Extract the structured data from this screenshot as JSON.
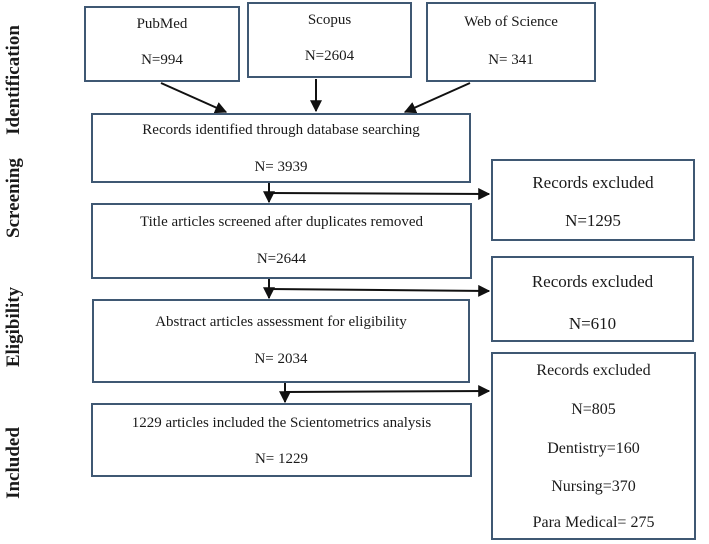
{
  "stages": {
    "identification": "Identification",
    "screening": "Screening",
    "eligibility": "Eligibility",
    "included": "Included"
  },
  "sources": [
    {
      "name": "PubMed",
      "count": "N=994"
    },
    {
      "name": "Scopus",
      "count": "N=2604"
    },
    {
      "name": "Web of Science",
      "count": "N= 341"
    }
  ],
  "main_flow": [
    {
      "label": "Records identified through database searching",
      "count": "N= 3939"
    },
    {
      "label": "Title articles screened after duplicates removed",
      "count": "N=2644"
    },
    {
      "label": "Abstract articles assessment for eligibility",
      "count": "N= 2034"
    },
    {
      "label": "1229 articles included the Scientometrics analysis",
      "count": "N= 1229"
    }
  ],
  "excluded": [
    {
      "label": "Records excluded",
      "count": "N=1295"
    },
    {
      "label": "Records excluded",
      "count": "N=610"
    },
    {
      "label": "Records excluded",
      "count": "N=805",
      "breakdown": [
        "Dentistry=160",
        "Nursing=370",
        "Para Medical= 275"
      ]
    }
  ],
  "colors": {
    "box_border": "#3f5873",
    "arrow": "#111111"
  }
}
